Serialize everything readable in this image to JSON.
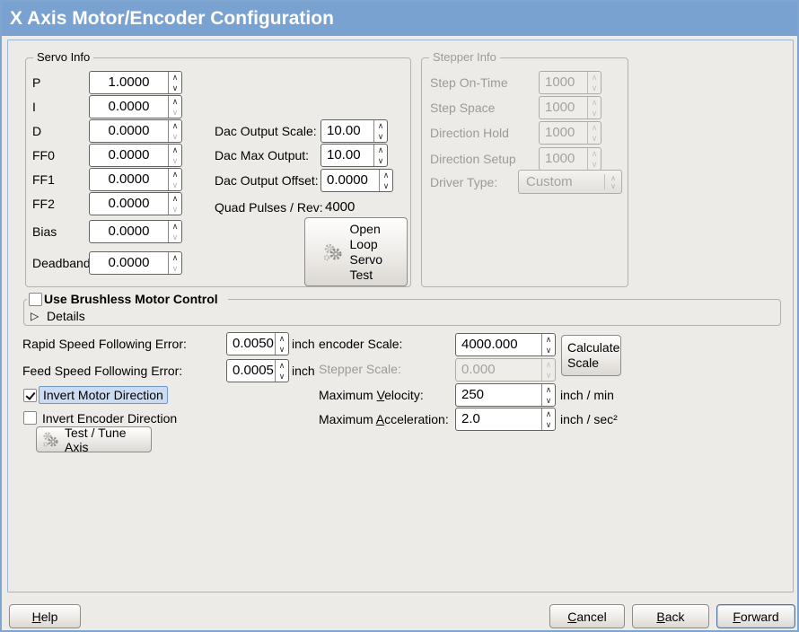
{
  "window": {
    "title": "X Axis Motor/Encoder Configuration"
  },
  "colors": {
    "titlebar": "#79a2d0",
    "window_border": "#7fa5d1",
    "focus_highlight": "#cbdcf2"
  },
  "icons": {
    "spin_up": "∧",
    "spin_down": "∨",
    "expander_collapsed": "▷"
  },
  "servo_info": {
    "legend": "Servo Info",
    "rows": [
      {
        "label": "P",
        "value": "1.0000",
        "dim_down": false
      },
      {
        "label": "I",
        "value": "0.0000",
        "dim_down": true
      },
      {
        "label": "D",
        "value": "0.0000",
        "dim_down": true
      },
      {
        "label": "FF0",
        "value": "0.0000",
        "dim_down": true
      },
      {
        "label": "FF1",
        "value": "0.0000",
        "dim_down": true
      },
      {
        "label": "FF2",
        "value": "0.0000",
        "dim_down": true
      },
      {
        "label": "Bias",
        "value": "0.0000",
        "dim_down": true
      },
      {
        "label": "Deadband",
        "value": "0.0000",
        "dim_down": true
      }
    ]
  },
  "dac": {
    "rows": [
      {
        "label": "Dac Output Scale:",
        "value": "10.00"
      },
      {
        "label": "Dac Max Output:",
        "value": "10.00"
      },
      {
        "label": "Dac Output Offset:",
        "value": "0.0000"
      }
    ],
    "quad_label": "Quad Pulses / Rev:",
    "quad_value": "4000"
  },
  "open_loop_button": {
    "label": "Open Loop Servo Test"
  },
  "stepper_info": {
    "legend": "Stepper Info",
    "rows": [
      {
        "label": "Step On-Time",
        "value": "1000"
      },
      {
        "label": "Step Space",
        "value": "1000"
      },
      {
        "label": "Direction Hold",
        "value": "1000"
      },
      {
        "label": "Direction Setup",
        "value": "1000"
      }
    ],
    "driver_type": {
      "label": "Driver Type:",
      "value": "Custom"
    }
  },
  "brushless": {
    "checkbox_label": "Use Brushless Motor Control",
    "checked": false,
    "details_label": "Details"
  },
  "following_errors": [
    {
      "label": "Rapid Speed Following Error:",
      "value": "0.0050",
      "unit": "inch"
    },
    {
      "label": "Feed Speed Following Error:",
      "value": "0.0005",
      "unit": "inch"
    }
  ],
  "scale_section": {
    "encoder_scale": {
      "label": "encoder Scale:",
      "value": "4000.000"
    },
    "calculate_button": "Calculate Scale",
    "stepper_scale": {
      "label": "Stepper Scale:",
      "value": "0.000"
    },
    "max_velocity": {
      "pre": "Maximum ",
      "u": "V",
      "post": "elocity:",
      "value": "250",
      "unit": "inch / min"
    },
    "max_acceleration": {
      "pre": "Maximum ",
      "u": "A",
      "post": "cceleration:",
      "value": "2.0",
      "unit": "inch / sec²"
    }
  },
  "direction": {
    "invert_motor": {
      "label": "Invert Motor Direction",
      "checked": true
    },
    "invert_encoder": {
      "label": "Invert Encoder Direction",
      "checked": false
    }
  },
  "test_tune_button": {
    "label": "Test / Tune Axis"
  },
  "footer": {
    "help": {
      "pre": "",
      "u": "H",
      "post": "elp"
    },
    "cancel": {
      "pre": "",
      "u": "C",
      "post": "ancel"
    },
    "back": {
      "pre": "",
      "u": "B",
      "post": "ack"
    },
    "forward": {
      "pre": "",
      "u": "F",
      "post": "orward"
    }
  }
}
